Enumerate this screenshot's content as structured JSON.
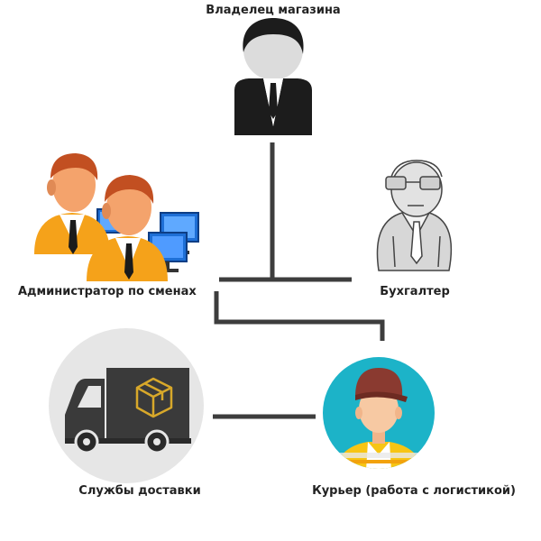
{
  "nodes": {
    "owner": {
      "label": "Владелец магазина",
      "icon": "businessman-icon"
    },
    "admins": {
      "label": "Администратор по сменах",
      "icon": "admins-at-computers-icon"
    },
    "accountant": {
      "label": "Бухгалтер",
      "icon": "sketch-person-with-glasses-icon"
    },
    "delivery": {
      "label": "Службы доставки",
      "icon": "delivery-truck-icon"
    },
    "courier": {
      "label": "Курьер (работа с логистикой)",
      "icon": "courier-icon"
    }
  },
  "colors": {
    "connector": "#3d3d3d",
    "courier_circle": "#1cb3c8",
    "truck_circle": "#e6e6e6",
    "admin_skin": "#f4a36c",
    "admin_hair": "#c24f21",
    "admin_shirt": "#f5a21a",
    "truck_body": "#3a3a3a",
    "truck_box_icon": "#d8a82a",
    "courier_cap": "#8a3a30",
    "courier_shirt": "#f7c514"
  }
}
